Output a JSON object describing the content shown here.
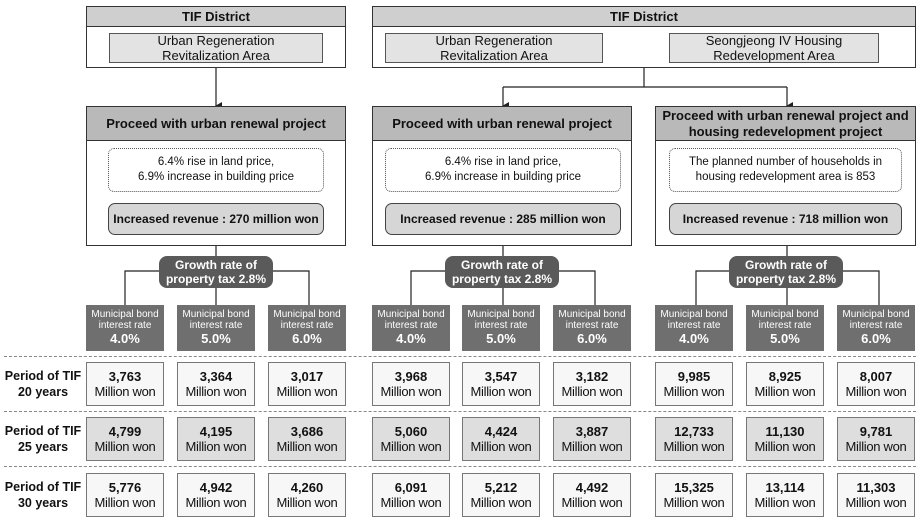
{
  "districts": [
    {
      "title": "TIF District",
      "areas": [
        "Urban Regeneration Revitalization Area"
      ]
    },
    {
      "title": "TIF District",
      "areas": [
        "Urban Regeneration Revitalization Area",
        "Seongjeong IV Housing Redevelopment Area"
      ]
    }
  ],
  "projects": [
    {
      "title": "Proceed with urban renewal project",
      "detail_line1": "6.4% rise in land price,",
      "detail_line2": "6.9% increase in building price",
      "revenue": "Increased revenue : 270 million won",
      "growth_line1": "Growth rate of",
      "growth_line2": "property tax 2.8%"
    },
    {
      "title": "Proceed with urban renewal project",
      "detail_line1": "6.4% rise in land price,",
      "detail_line2": "6.9% increase in building price",
      "revenue": "Increased revenue : 285 million won",
      "growth_line1": "Growth rate of",
      "growth_line2": "property tax 2.8%"
    },
    {
      "title_line1": "Proceed with urban renewal project and",
      "title_line2": "housing redevelopment project",
      "detail_line1": "The planned number of households in",
      "detail_line2": "housing redevelopment area is 853",
      "revenue": "Increased revenue : 718 million won",
      "growth_line1": "Growth rate of",
      "growth_line2": "property tax 2.8%"
    }
  ],
  "bond_label_line1": "Municipal bond",
  "bond_label_line2": "interest rate",
  "bond_rates": [
    "4.0%",
    "5.0%",
    "6.0%"
  ],
  "unit": "Million won",
  "periods": [
    {
      "line1": "Period of TIF",
      "line2": "20 years",
      "values": [
        "3,763",
        "3,364",
        "3,017",
        "3,968",
        "3,547",
        "3,182",
        "9,985",
        "8,925",
        "8,007"
      ]
    },
    {
      "line1": "Period of TIF",
      "line2": "25 years",
      "values": [
        "4,799",
        "4,195",
        "3,686",
        "5,060",
        "4,424",
        "3,887",
        "12,733",
        "11,130",
        "9,781"
      ]
    },
    {
      "line1": "Period of TIF",
      "line2": "30 years",
      "values": [
        "5,776",
        "4,942",
        "4,260",
        "6,091",
        "5,212",
        "4,492",
        "15,325",
        "13,114",
        "11,303"
      ]
    }
  ],
  "colors": {
    "district_header": "#cfcfcf",
    "area_fill": "#e3e3e3",
    "project_header": "#b9b9b9",
    "revenue_fill": "#d6d6d6",
    "growth_fill": "#5a5a5a",
    "bond_fill": "#6f6f6f",
    "cell_light": "#f7f7f7",
    "cell_dark": "#dedede"
  }
}
